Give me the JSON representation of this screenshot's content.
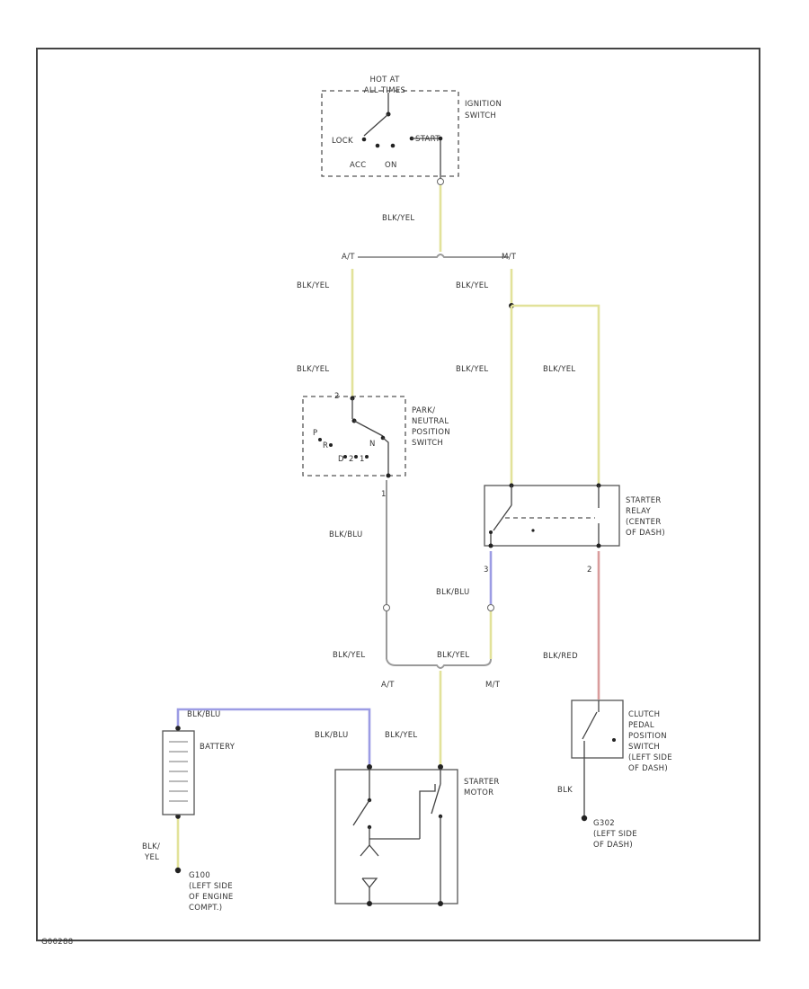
{
  "figure_id": "G00288",
  "colors": {
    "bk_yel": "#e2e29a",
    "bk_blu": "#9c9ce4",
    "bk_red": "#d99c9c",
    "plain": "#9a9a9a"
  },
  "ignition_switch": {
    "hot_label_1": "HOT AT",
    "hot_label_2": "ALL TIMES",
    "name_1": "IGNITION",
    "name_2": "SWITCH",
    "lock": "LOCK",
    "start": "START",
    "acc": "ACC",
    "on": "ON"
  },
  "wires": {
    "ign_out": "BLK/YEL",
    "at_left": "BLK/YEL",
    "mt_right": "BLK/YEL",
    "at_mid": "BLK/YEL",
    "mt_mid": "BLK/YEL",
    "mt_far": "BLK/YEL",
    "pnp_out": "BLK/BLU",
    "relay_out": "BLK/BLU",
    "clutch_in": "BLK/RED",
    "junction_left": "BLK/YEL",
    "junction_mid": "BLK/YEL",
    "battery_to_starter": "BLK/BLU",
    "starter_blu": "BLK/BLU",
    "starter_yel": "BLK/YEL",
    "clutch_gnd": "BLK",
    "battery_gnd_1": "BLK/",
    "battery_gnd_2": "YEL"
  },
  "branches": {
    "top_at": "A/T",
    "top_mt": "M/T",
    "bottom_at": "A/T",
    "bottom_mt": "M/T"
  },
  "park_neutral_switch": {
    "l1": "PARK/",
    "l2": "NEUTRAL",
    "l3": "POSITION",
    "l4": "SWITCH",
    "pos_p": "P",
    "pos_r": "R",
    "pos_n": "N",
    "pos_d": "D",
    "pos_2": "2",
    "pos_1": "1",
    "pin_top": "2",
    "pin_bottom": "1"
  },
  "starter_relay": {
    "l1": "STARTER",
    "l2": "RELAY",
    "l3": "(CENTER",
    "l4": "OF DASH)",
    "pin_left": "3",
    "pin_right": "2"
  },
  "battery": {
    "label": "BATTERY"
  },
  "starter_motor": {
    "l1": "STARTER",
    "l2": "MOTOR"
  },
  "clutch_switch": {
    "l1": "CLUTCH",
    "l2": "PEDAL",
    "l3": "POSITION",
    "l4": "SWITCH",
    "l5": "(LEFT SIDE",
    "l6": "OF DASH)"
  },
  "ground_engine": {
    "id": "G100",
    "l1": "(LEFT SIDE",
    "l2": "OF ENGINE",
    "l3": "COMPT.)"
  },
  "ground_dash": {
    "id": "G302",
    "l1": "(LEFT SIDE",
    "l2": "OF DASH)"
  }
}
